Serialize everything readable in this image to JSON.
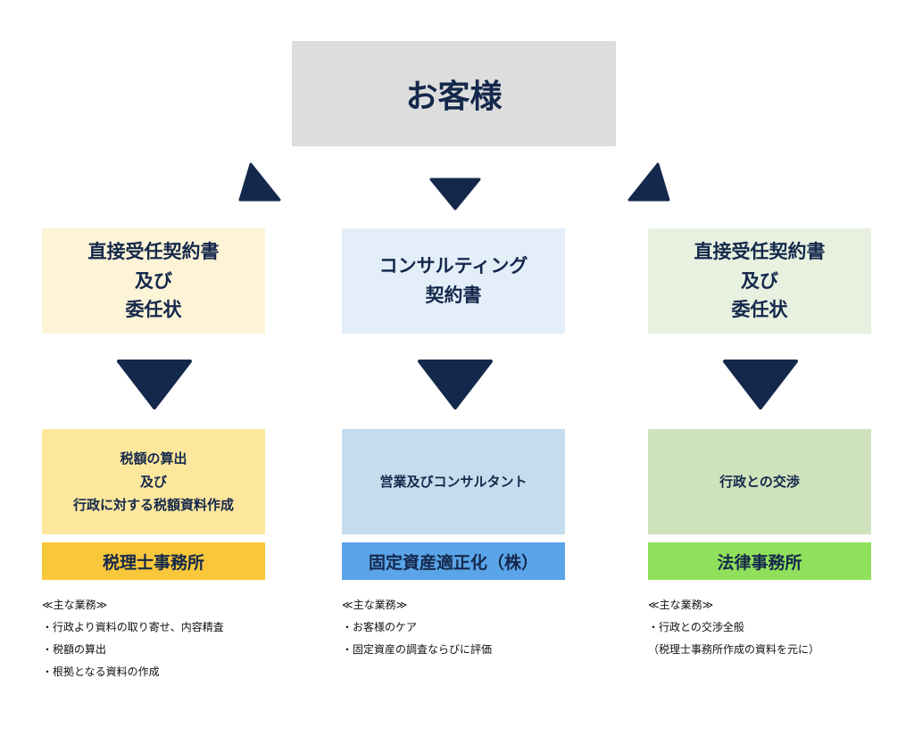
{
  "client": {
    "label": "お客様"
  },
  "columns": [
    {
      "contract": "直接受任契約書\n及び\n委任状",
      "task": "税額の算出\n及び\n行政に対する税額資料作成",
      "label": "税理士事務所",
      "notes": [
        "≪主な業務≫",
        "・行政より資料の取り寄せ、内容精査",
        "・税額の算出",
        "・根拠となる資料の作成"
      ]
    },
    {
      "contract": "コンサルティング\n契約書",
      "task": "営業及びコンサルタント",
      "label": "固定資産適正化（株）",
      "notes": [
        "≪主な業務≫",
        "・お客様のケア",
        "・固定資産の調査ならびに評価"
      ]
    },
    {
      "contract": "直接受任契約書\n及び\n委任状",
      "task": "行政との交渉",
      "label": "法律事務所",
      "notes": [
        "≪主な業務≫",
        "・行政との交渉全般",
        "（税理士事務所作成の資料を元に）"
      ]
    }
  ],
  "colors": {
    "navy": "#14284b",
    "client_bg": "#dddddd",
    "yellow": [
      "#fdf4d7",
      "#fde79d",
      "#f9c73a"
    ],
    "blue": [
      "#e3eef9",
      "#c5dcee",
      "#5aa4e8"
    ],
    "green": [
      "#e8f1e0",
      "#cee3bb",
      "#90e05b"
    ]
  },
  "icons": [
    "triangle-up-left-icon",
    "triangle-down-icon",
    "triangle-up-right-icon"
  ]
}
